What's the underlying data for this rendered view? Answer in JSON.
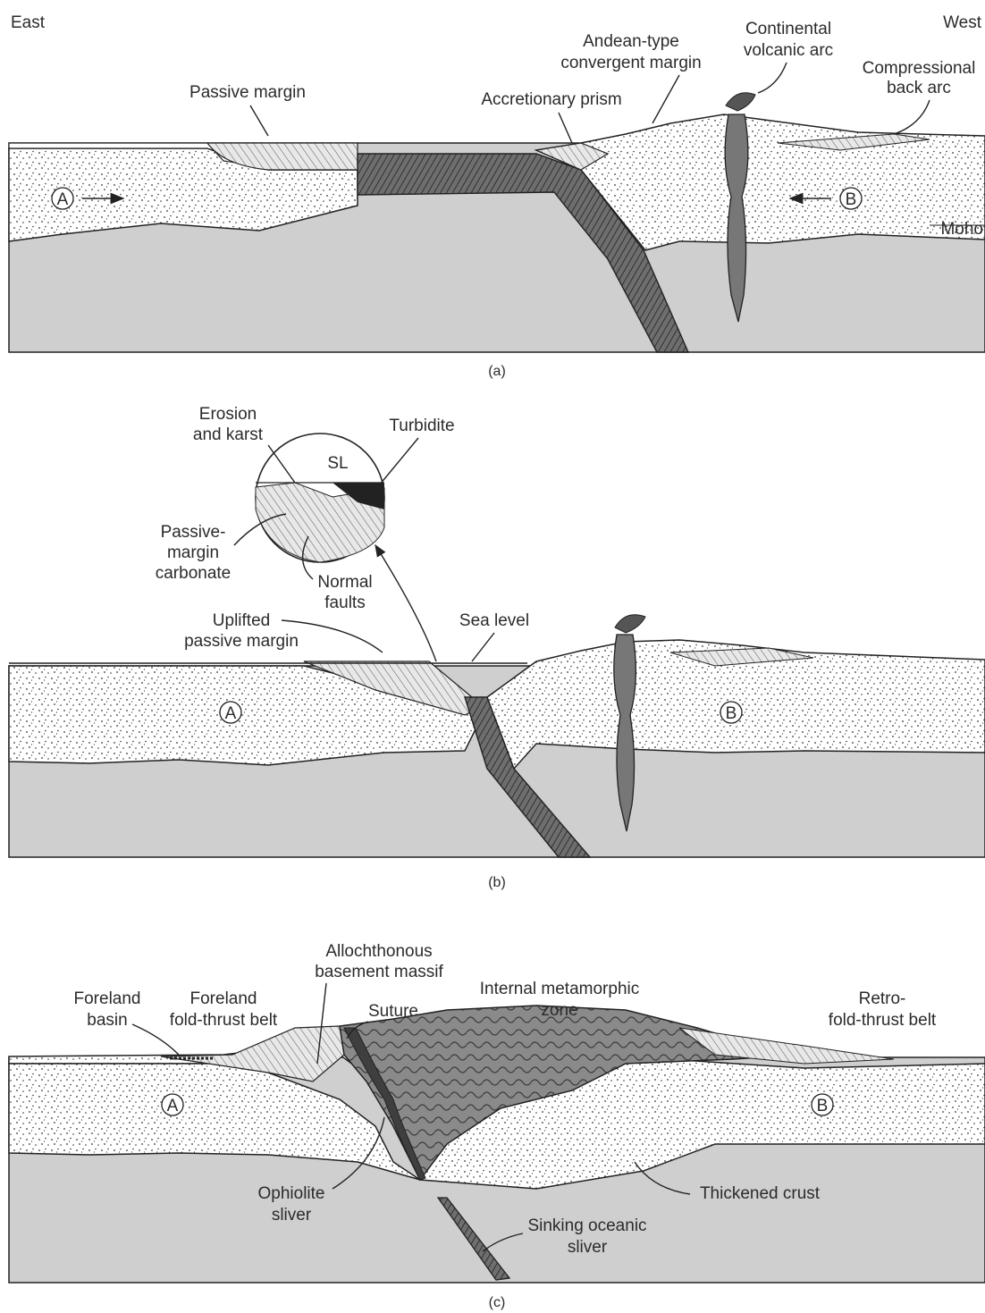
{
  "directions": {
    "left": "East",
    "right": "West"
  },
  "panels": [
    {
      "caption": "(a)",
      "plates": [
        "A",
        "B"
      ],
      "labels": {
        "passive_margin": "Passive margin",
        "accretionary_prism_line1": "Accretionary prism",
        "andean_line1": "Andean-type",
        "andean_line2": "convergent margin",
        "arc_line1": "Continental",
        "arc_line2": "volcanic arc",
        "backarc_line1": "Compressional",
        "backarc_line2": "back arc",
        "moho": "Moho"
      }
    },
    {
      "caption": "(b)",
      "plates": [
        "A",
        "B"
      ],
      "labels": {
        "erosion_line1": "Erosion",
        "erosion_line2": "and karst",
        "turbidite": "Turbidite",
        "sl": "SL",
        "pmc_line1": "Passive-",
        "pmc_line2": "margin",
        "pmc_line3": "carbonate",
        "normal_line1": "Normal",
        "normal_line2": "faults",
        "uplifted_line1": "Uplifted",
        "uplifted_line2": "passive margin",
        "sea_level": "Sea level"
      }
    },
    {
      "caption": "(c)",
      "plates": [
        "A",
        "B"
      ],
      "labels": {
        "allo_line1": "Allochthonous",
        "allo_line2": "basement massif",
        "foreland_basin_line1": "Foreland",
        "foreland_basin_line2": "basin",
        "fold_thrust_line1": "Foreland",
        "fold_thrust_line2": "fold-thrust belt",
        "suture": "Suture",
        "internal_line1": "Internal metamorphic",
        "internal_line2": "zone",
        "retro_line1": "Retro-",
        "retro_line2": "fold-thrust belt",
        "ophiolite_line1": "Ophiolite",
        "ophiolite_line2": "sliver",
        "thickened": "Thickened crust",
        "sinking_line1": "Sinking oceanic",
        "sinking_line2": "sliver"
      }
    }
  ]
}
